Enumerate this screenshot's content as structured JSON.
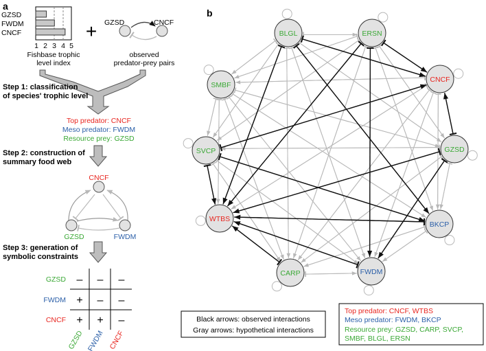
{
  "panel_a": {
    "label": "a",
    "trophic_chart": {
      "species": [
        "GZSD",
        "FWDM",
        "CNCF"
      ],
      "values": [
        2.2,
        3.1,
        4.3
      ],
      "ticks": [
        "1",
        "2",
        "3",
        "4",
        "5"
      ],
      "xlim": [
        1,
        5
      ],
      "dashed_lines_at": [
        3,
        4
      ],
      "xlabel_line1": "Fishbase trophic",
      "xlabel_line2": "level index"
    },
    "plus_sign": "+",
    "pair": {
      "prey": "GZSD",
      "predator": "CNCF",
      "caption_line1": "observed",
      "caption_line2": "predator-prey pairs"
    },
    "step1": {
      "title_line1": "Step 1: classification",
      "title_line2": "of species' trophic level",
      "top_predator": "Top predator: CNCF",
      "meso_predator": "Meso predator: FWDM",
      "resource_prey": "Resource prey: GZSD"
    },
    "step2": {
      "title_line1": "Step 2: construction of",
      "title_line2": "summary food web",
      "nodes": {
        "top": "CNCF",
        "left": "GZSD",
        "right": "FWDM"
      }
    },
    "step3": {
      "title_line1": "Step 3: generation of",
      "title_line2": "symbolic constraints",
      "row_labels": [
        "GZSD",
        "FWDM",
        "CNCF"
      ],
      "col_labels": [
        "GZSD",
        "FWDM",
        "CNCF"
      ],
      "cells": [
        [
          "–",
          "–",
          "–"
        ],
        [
          "+",
          "–",
          "–"
        ],
        [
          "+",
          "+",
          "–"
        ]
      ]
    }
  },
  "panel_b": {
    "label": "b",
    "nodes": [
      {
        "id": "BLGL",
        "group": "prey"
      },
      {
        "id": "ERSN",
        "group": "prey"
      },
      {
        "id": "CNCF",
        "group": "top"
      },
      {
        "id": "SMBF",
        "group": "prey"
      },
      {
        "id": "GZSD",
        "group": "prey"
      },
      {
        "id": "SVCP",
        "group": "prey"
      },
      {
        "id": "WTBS",
        "group": "top"
      },
      {
        "id": "BKCP",
        "group": "meso"
      },
      {
        "id": "CARP",
        "group": "prey"
      },
      {
        "id": "FWDM",
        "group": "meso"
      }
    ],
    "observed_edges": [
      [
        "ERSN",
        "CNCF"
      ],
      [
        "BLGL",
        "CNCF"
      ],
      [
        "SVCP",
        "CNCF"
      ],
      [
        "GZSD",
        "CNCF"
      ],
      [
        "BLGL",
        "WTBS"
      ],
      [
        "ERSN",
        "WTBS"
      ],
      [
        "SVCP",
        "WTBS"
      ],
      [
        "GZSD",
        "WTBS"
      ],
      [
        "BKCP",
        "WTBS"
      ],
      [
        "CARP",
        "WTBS"
      ],
      [
        "FWDM",
        "WTBS"
      ],
      [
        "BLGL",
        "BKCP"
      ],
      [
        "SVCP",
        "BKCP"
      ],
      [
        "GZSD",
        "FWDM"
      ],
      [
        "ERSN",
        "FWDM"
      ]
    ],
    "legend_arrows": {
      "black": "Black arrows: observed interactions",
      "gray": "Gray arrows: hypothetical interactions"
    },
    "legend_groups": {
      "top": "Top predator: CNCF, WTBS",
      "meso": "Meso predator: FWDM, BKCP",
      "prey_line1": "Resource prey: GZSD, CARP, SVCP,",
      "prey_line2": "SMBF, BLGL, ERSN"
    }
  },
  "colors": {
    "top": "#e8251f",
    "meso": "#2b5fa8",
    "prey": "#3aa835",
    "node_fill": "#e2e2e2",
    "observed": "#111111",
    "hypothetical": "#b8b8b8"
  }
}
